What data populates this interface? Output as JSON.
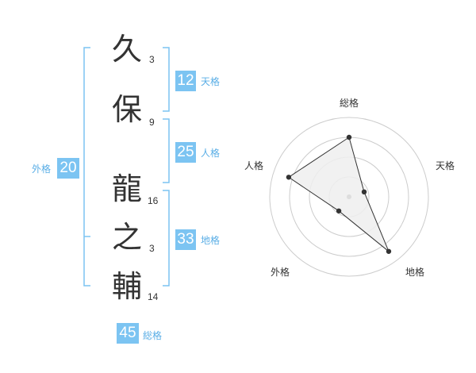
{
  "name_chars": [
    {
      "char": "久",
      "strokes": "3"
    },
    {
      "char": "保",
      "strokes": "9"
    },
    {
      "char": "龍",
      "strokes": "16"
    },
    {
      "char": "之",
      "strokes": "3"
    },
    {
      "char": "輔",
      "strokes": "14"
    }
  ],
  "scores": {
    "tenkaku": {
      "value": "12",
      "label": "天格"
    },
    "jinkaku": {
      "value": "25",
      "label": "人格"
    },
    "chikaku": {
      "value": "33",
      "label": "地格"
    },
    "gaikaku": {
      "value": "20",
      "label": "外格"
    },
    "soukaku": {
      "value": "45",
      "label": "総格"
    }
  },
  "colors": {
    "accent": "#7cc4f2",
    "accent_text": "#5aaee6",
    "bracket": "#7cc4f2",
    "radar_grid": "#cccccc",
    "radar_fill": "#eeeeee",
    "radar_line": "#333333"
  },
  "chart_data": {
    "type": "radar",
    "axes": [
      "総格",
      "天格",
      "地格",
      "外格",
      "人格"
    ],
    "values": [
      0.75,
      0.2,
      0.85,
      0.22,
      0.8
    ],
    "scale": [
      0,
      1
    ],
    "rings": 4,
    "grid": true
  }
}
